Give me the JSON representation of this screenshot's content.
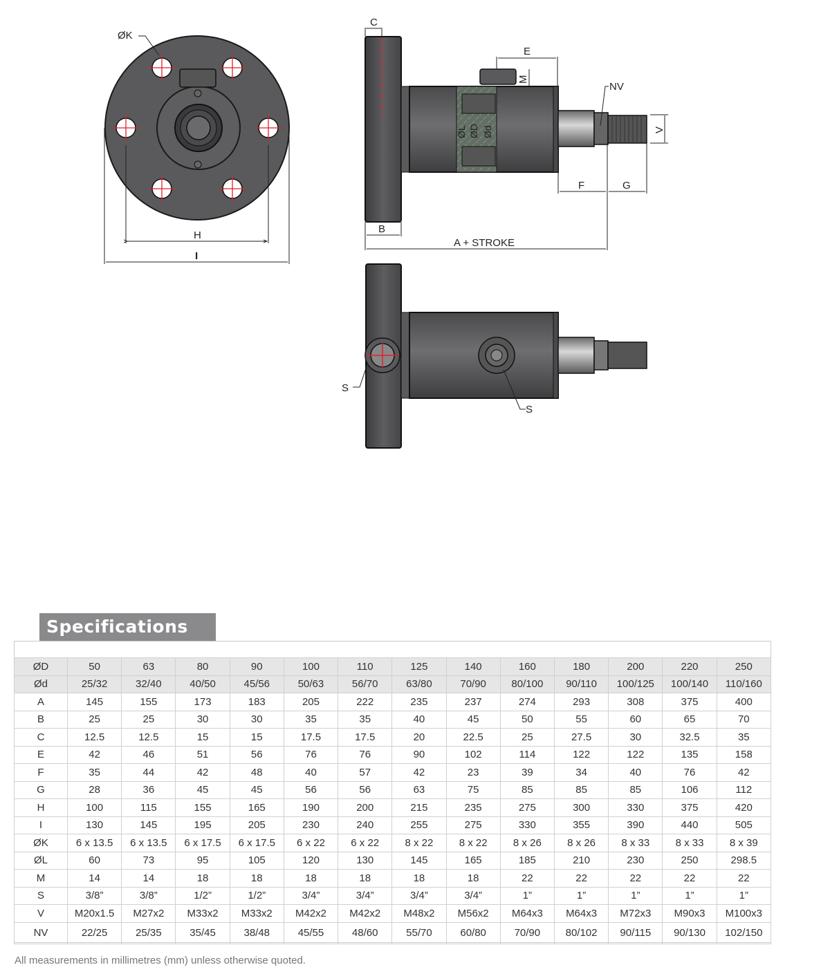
{
  "drawing": {
    "front_view_labels": {
      "bolt_hole": "ØK",
      "pitch": "H",
      "flange_dia": "I"
    },
    "side_view_labels": {
      "flange_offset": "C",
      "port_distance": "E",
      "port_height": "M",
      "wrench_flats": "NV",
      "thread": "V",
      "flange_thickness": "B",
      "overall": "A + STROKE",
      "rod_length": "F",
      "thread_length": "G",
      "bore_labels": [
        "ØL",
        "ØD",
        "Ød"
      ]
    },
    "bottom_view_labels": {
      "port_left": "S",
      "port_right": "S"
    },
    "colors": {
      "body": "#58585a",
      "body_light": "#707072",
      "centerline": "#e0202a",
      "hatch": "#3cc43c",
      "dim_line": "#222222"
    }
  },
  "specifications": {
    "title": "Specifications",
    "header_rows": [
      {
        "label": "ØD",
        "values": [
          "50",
          "63",
          "80",
          "90",
          "100",
          "110",
          "125",
          "140",
          "160",
          "180",
          "200",
          "220",
          "250"
        ]
      },
      {
        "label": "Ød",
        "values": [
          "25/32",
          "32/40",
          "40/50",
          "45/56",
          "50/63",
          "56/70",
          "63/80",
          "70/90",
          "80/100",
          "90/110",
          "100/125",
          "100/140",
          "110/160"
        ]
      }
    ],
    "rows": [
      {
        "label": "A",
        "values": [
          "145",
          "155",
          "173",
          "183",
          "205",
          "222",
          "235",
          "237",
          "274",
          "293",
          "308",
          "375",
          "400"
        ]
      },
      {
        "label": "B",
        "values": [
          "25",
          "25",
          "30",
          "30",
          "35",
          "35",
          "40",
          "45",
          "50",
          "55",
          "60",
          "65",
          "70"
        ]
      },
      {
        "label": "C",
        "values": [
          "12.5",
          "12.5",
          "15",
          "15",
          "17.5",
          "17.5",
          "20",
          "22.5",
          "25",
          "27.5",
          "30",
          "32.5",
          "35"
        ]
      },
      {
        "label": "E",
        "values": [
          "42",
          "46",
          "51",
          "56",
          "76",
          "76",
          "90",
          "102",
          "114",
          "122",
          "122",
          "135",
          "158"
        ]
      },
      {
        "label": "F",
        "values": [
          "35",
          "44",
          "42",
          "48",
          "40",
          "57",
          "42",
          "23",
          "39",
          "34",
          "40",
          "76",
          "42"
        ]
      },
      {
        "label": "G",
        "values": [
          "28",
          "36",
          "45",
          "45",
          "56",
          "56",
          "63",
          "75",
          "85",
          "85",
          "85",
          "106",
          "112"
        ]
      },
      {
        "label": "H",
        "values": [
          "100",
          "115",
          "155",
          "165",
          "190",
          "200",
          "215",
          "235",
          "275",
          "300",
          "330",
          "375",
          "420"
        ]
      },
      {
        "label": "I",
        "values": [
          "130",
          "145",
          "195",
          "205",
          "230",
          "240",
          "255",
          "275",
          "330",
          "355",
          "390",
          "440",
          "505"
        ]
      },
      {
        "label": "ØK",
        "values": [
          "6 x 13.5",
          "6 x 13.5",
          "6 x 17.5",
          "6 x 17.5",
          "6 x 22",
          "6 x 22",
          "8 x 22",
          "8 x 22",
          "8 x 26",
          "8 x 26",
          "8 x 33",
          "8 x 33",
          "8 x 39"
        ]
      },
      {
        "label": "ØL",
        "values": [
          "60",
          "73",
          "95",
          "105",
          "120",
          "130",
          "145",
          "165",
          "185",
          "210",
          "230",
          "250",
          "298.5"
        ]
      },
      {
        "label": "M",
        "values": [
          "14",
          "14",
          "18",
          "18",
          "18",
          "18",
          "18",
          "18",
          "22",
          "22",
          "22",
          "22",
          "22"
        ]
      },
      {
        "label": "S",
        "values": [
          "3/8”",
          "3/8”",
          "1/2”",
          "1/2”",
          "3/4”",
          "3/4”",
          "3/4”",
          "3/4”",
          "1”",
          "1”",
          "1”",
          "1”",
          "1”"
        ]
      },
      {
        "label": "V",
        "values": [
          "M20x1.5",
          "M27x2",
          "M33x2",
          "M33x2",
          "M42x2",
          "M42x2",
          "M48x2",
          "M56x2",
          "M64x3",
          "M64x3",
          "M72x3",
          "M90x3",
          "M100x3"
        ]
      },
      {
        "label": "NV",
        "values": [
          "22/25",
          "25/35",
          "35/45",
          "38/48",
          "45/55",
          "48/60",
          "55/70",
          "60/80",
          "70/90",
          "80/102",
          "90/115",
          "90/130",
          "102/150"
        ]
      }
    ],
    "footnote": "All measurements in millimetres (mm) unless otherwise quoted."
  }
}
